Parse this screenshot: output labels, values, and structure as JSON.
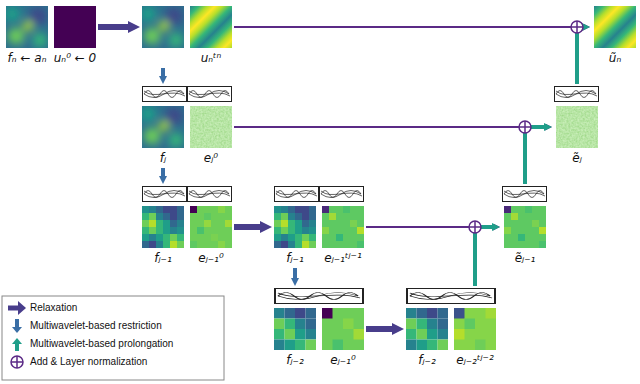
{
  "diagram": {
    "nodes": [
      {
        "text": [
          "fₙ ← aₙ",
          "uₙ⁰ ← 0"
        ]
      },
      {
        "text": [
          "uₙᵗⁿ"
        ]
      },
      {
        "text": [
          "ũₙ"
        ]
      },
      {
        "text": [
          "fⱼ",
          "eⱼ⁰"
        ]
      },
      {
        "text": [
          "ẽⱼ"
        ]
      },
      {
        "text": [
          "fⱼ₋₁",
          "eⱼ₋₁⁰"
        ]
      },
      {
        "text": [
          "fⱼ₋₁",
          "eⱼ₋₁ᵗʲ⁻¹"
        ]
      },
      {
        "text": [
          "ẽⱼ₋₁"
        ]
      },
      {
        "text": [
          "fⱼ₋₂",
          "eⱼ₋₁⁰"
        ]
      },
      {
        "text": [
          "fⱼ₋₂",
          "eⱼ₋₂ᵗʲ⁻²"
        ]
      }
    ],
    "edges": [
      {
        "from": 0,
        "to": 1,
        "arrow": "to"
      },
      {
        "from": 1,
        "to": 2,
        "arrow": "to"
      },
      {
        "from": 1,
        "to": 3,
        "arrow": "to"
      },
      {
        "from": 3,
        "to": 4,
        "arrow": "to"
      },
      {
        "from": 4,
        "to": 2,
        "arrow": "to"
      },
      {
        "from": 3,
        "to": 5,
        "arrow": "to"
      },
      {
        "from": 5,
        "to": 6,
        "arrow": "to"
      },
      {
        "from": 6,
        "to": 7,
        "arrow": "to"
      },
      {
        "from": 7,
        "to": 4,
        "arrow": "to"
      },
      {
        "from": 6,
        "to": 8,
        "arrow": "to"
      },
      {
        "from": 8,
        "to": 9,
        "arrow": "to"
      },
      {
        "from": 9,
        "to": 7,
        "arrow": "to"
      }
    ],
    "legend": [
      {
        "text": "Relaxation"
      },
      {
        "text": "Multiwavelet-based restriction"
      },
      {
        "text": "Multiwavelet-based prolongation"
      },
      {
        "text": "Add & Layer normalization"
      }
    ]
  }
}
